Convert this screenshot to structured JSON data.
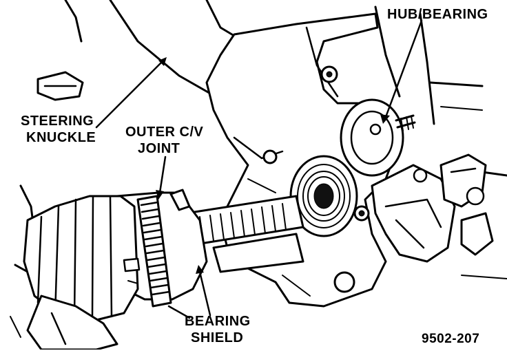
{
  "figure_id": "9502-207",
  "labels": {
    "hub_bearing": "HUB/BEARING",
    "steering_knuckle_line1": "STEERING",
    "steering_knuckle_line2": "KNUCKLE",
    "outer_cv_line1": "OUTER C/V",
    "outer_cv_line2": "JOINT",
    "bearing_shield_line1": "BEARING",
    "bearing_shield_line2": "SHIELD"
  },
  "colors": {
    "ink": "#000000",
    "paper": "#ffffff"
  }
}
